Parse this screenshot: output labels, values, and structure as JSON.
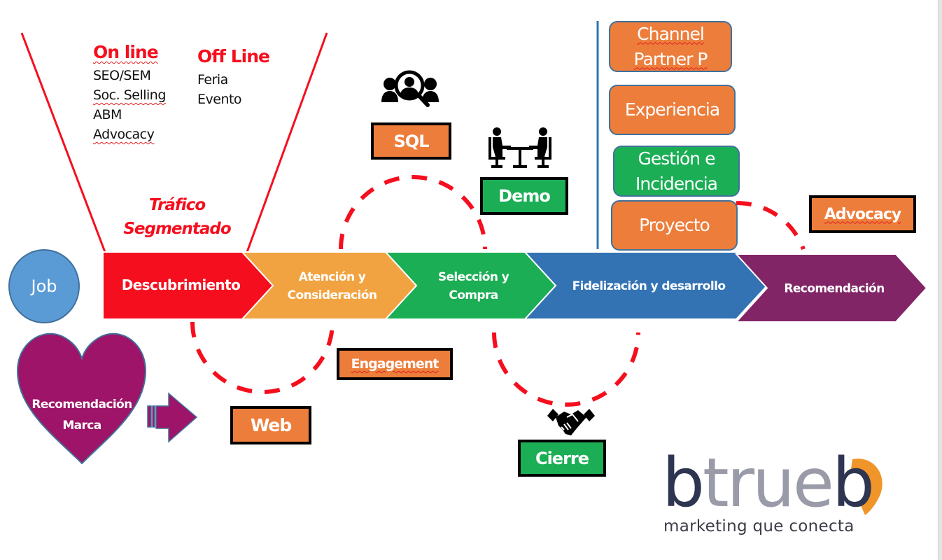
{
  "funnel": {
    "online": {
      "title": "On line",
      "items": [
        "SEO/SEM",
        "Soc. Selling",
        "ABM",
        "Advocacy"
      ]
    },
    "offline": {
      "title": "Off Line",
      "items": [
        "Feria",
        "Evento"
      ]
    },
    "traffic_label_line1": "Tráfico",
    "traffic_label_line2": "Segmentado"
  },
  "job_label": "Job",
  "stages": [
    {
      "line1": "Descubrimiento",
      "line2": "",
      "color": "#f50f1e"
    },
    {
      "line1": "Atención y",
      "line2": "Consideración",
      "color": "#f2a341"
    },
    {
      "line1": "Selección y",
      "line2": "Compra",
      "color": "#1bae55"
    },
    {
      "line1": "Fidelización y desarrollo",
      "line2": "",
      "color": "#3373b3"
    },
    {
      "line1": "Recomendación",
      "line2": "",
      "color": "#822567"
    }
  ],
  "touchpoints": {
    "sql": "SQL",
    "demo": "Demo",
    "engagement": "Engagement",
    "web": "Web",
    "cierre": "Cierre",
    "advocacy": "Advocacy"
  },
  "loyalty_stack": [
    {
      "line1": "Channel",
      "line2": "Partner P",
      "color": "#ed7d3b"
    },
    {
      "line1": "Experiencia",
      "line2": "",
      "color": "#ed7d3b"
    },
    {
      "line1": "Gestión e",
      "line2": "Incidencia",
      "color": "#1bae55"
    },
    {
      "line1": "Proyecto",
      "line2": "",
      "color": "#ed7d3b"
    }
  ],
  "heart": {
    "line1": "Recomendación",
    "line2": "Marca",
    "color": "#9e1468"
  },
  "logo": {
    "brand_dark": "b",
    "brand_light": "true",
    "brand_dark_end": "b",
    "tagline": "marketing que conecta",
    "dark_color": "#2e3550",
    "light_color": "#9a9ba8",
    "accent_color": "#f0952a"
  },
  "icons": {
    "sql_icon": "user-search-icon",
    "demo_icon": "meeting-icon",
    "cierre_icon": "handshake-icon"
  },
  "colors": {
    "dash_red": "#f50f1e",
    "divider_blue": "#2e75b6"
  }
}
